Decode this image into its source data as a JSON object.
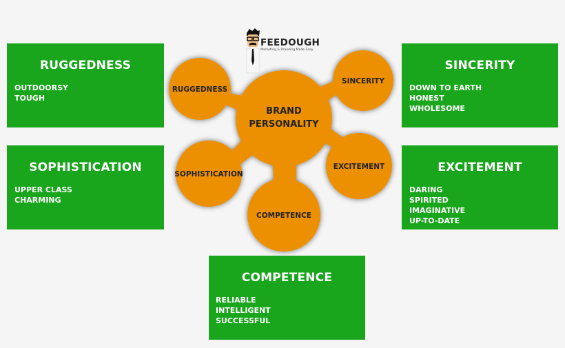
{
  "logo": {
    "name": "FEEDOUGH",
    "tagline": "Marketing & Branding Made Easy"
  },
  "hub": {
    "line1": "BRAND",
    "line2": "PERSONALITY"
  },
  "nodes": {
    "ruggedness": "RUGGEDNESS",
    "sincerity": "SINCERITY",
    "sophistication": "SOPHISTICATION",
    "excitement": "EXCITEMENT",
    "competence": "COMPETENCE"
  },
  "cards": {
    "ruggedness": {
      "title": "RUGGEDNESS",
      "traits": [
        "OUTDOORSY",
        "TOUGH"
      ]
    },
    "sophistication": {
      "title": "SOPHISTICATION",
      "traits": [
        "UPPER CLASS",
        "CHARMING"
      ]
    },
    "sincerity": {
      "title": "SINCERITY",
      "traits": [
        "DOWN TO EARTH",
        "HONEST",
        "WHOLESOME"
      ]
    },
    "excitement": {
      "title": "EXCITEMENT",
      "traits": [
        "DARING",
        "SPIRITED",
        "IMAGINATIVE",
        "UP-TO-DATE"
      ]
    },
    "competence": {
      "title": "COMPETENCE",
      "traits": [
        "RELIABLE",
        "INTELLIGENT",
        "SUCCESSFUL"
      ]
    }
  },
  "colors": {
    "card_green": "#19a51c",
    "node_orange": "#ec8f05",
    "background": "#f5f5f5"
  }
}
